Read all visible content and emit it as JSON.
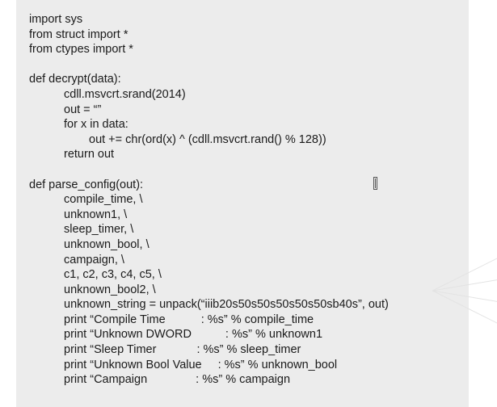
{
  "code": {
    "lines": [
      {
        "indent": 0,
        "text": "import sys"
      },
      {
        "indent": 0,
        "text": "from struct import *"
      },
      {
        "indent": 0,
        "text": "from ctypes import *"
      },
      {
        "indent": -1,
        "text": ""
      },
      {
        "indent": 0,
        "text": "def decrypt(data):"
      },
      {
        "indent": 1,
        "text": "cdll.msvcrt.srand(2014)"
      },
      {
        "indent": 1,
        "text": "out = “”"
      },
      {
        "indent": 1,
        "text": "for x in data:"
      },
      {
        "indent": 2,
        "text": "out += chr(ord(x) ^ (cdll.msvcrt.rand() % 128))"
      },
      {
        "indent": 1,
        "text": "return out"
      },
      {
        "indent": -1,
        "text": ""
      },
      {
        "indent": 0,
        "text": "def parse_config(out):"
      },
      {
        "indent": 1,
        "text": "compile_time, \\"
      },
      {
        "indent": 1,
        "text": "unknown1, \\"
      },
      {
        "indent": 1,
        "text": "sleep_timer, \\"
      },
      {
        "indent": 1,
        "text": "unknown_bool, \\"
      },
      {
        "indent": 1,
        "text": "campaign, \\"
      },
      {
        "indent": 1,
        "text": "c1, c2, c3, c4, c5, \\"
      },
      {
        "indent": 1,
        "text": "unknown_bool2, \\"
      },
      {
        "indent": 1,
        "text": "unknown_string = unpack(“iiib20s50s50s50s50s50sb40s”, out)"
      }
    ],
    "print_lines": [
      {
        "left": "print “Compile Time",
        "right": ": %s” % compile_time",
        "gap": 44
      },
      {
        "left": "print “Unknown DWORD",
        "right": ": %s” % unknown1",
        "gap": 42
      },
      {
        "left": "print “Sleep Timer",
        "right": ": %s” % sleep_timer",
        "gap": 50
      },
      {
        "left": "print “Unknown Bool Value",
        "right": ": %s” % unknown_bool",
        "gap": 20
      },
      {
        "left": "print “Campaign",
        "right": ": %s” % campaign",
        "gap": 60
      }
    ]
  }
}
